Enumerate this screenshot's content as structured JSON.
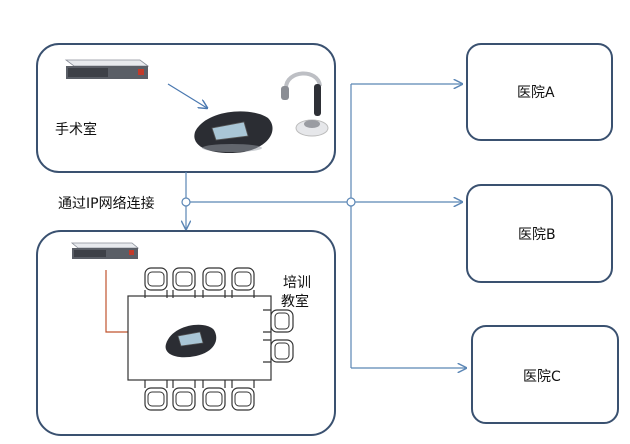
{
  "operating_room": {
    "label": "手术室"
  },
  "connection": {
    "label": "通过IP网络连接"
  },
  "training_room": {
    "label_line1": "培训",
    "label_line2": "教室"
  },
  "hospitals": [
    {
      "label": "医院A"
    },
    {
      "label": "医院B"
    },
    {
      "label": "医院C"
    }
  ],
  "colors": {
    "box_border": "#3a5170",
    "connector": "#5b86b5",
    "link_arrow_or": "#4a78b0",
    "link_arrow_training": "#c0532e",
    "device_body": "#5a5e66",
    "device_accent": "#c23a2a",
    "phone_body": "#2b2d33",
    "phone_screen": "#a9c6d6"
  },
  "icons": [
    "codec-device-icon",
    "conference-phone-icon",
    "headset-icon",
    "chair-icon",
    "table-icon"
  ]
}
